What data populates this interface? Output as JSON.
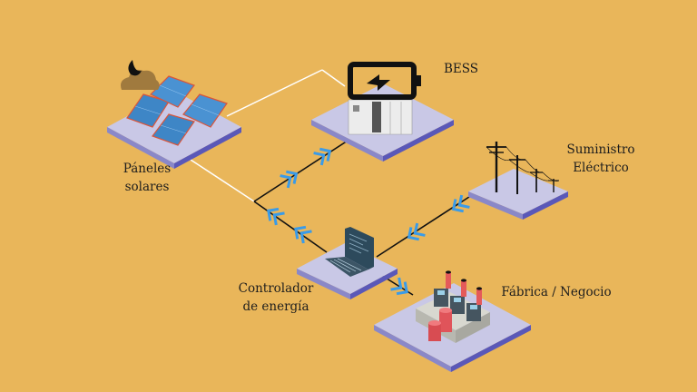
{
  "diagram": {
    "title": "Energy flow between solar panels, BESS, grid, controller and factory",
    "colors": {
      "background": "#e9b65a",
      "platform_top": "#c9c8e6",
      "platform_edge": "#5a58b8",
      "arrow": "#3a9be8",
      "line_dark": "#111111",
      "line_light": "#ffffff"
    },
    "nodes": [
      {
        "id": "solar",
        "label_line1": "Páneles",
        "label_line2": "solares",
        "icon": "solar-panel-icon"
      },
      {
        "id": "bess",
        "label_line1": "BESS",
        "label_line2": "",
        "icon": "battery-charging-icon"
      },
      {
        "id": "grid",
        "label_line1": "Suministro",
        "label_line2": "Eléctrico",
        "icon": "power-pole-icon"
      },
      {
        "id": "controller",
        "label_line1": "Controlador",
        "label_line2": "de energía",
        "icon": "laptop-icon"
      },
      {
        "id": "factory",
        "label_line1": "Fábrica / Negocio",
        "label_line2": "",
        "icon": "factory-icon"
      }
    ],
    "weather_icon": "cloud-night-icon",
    "connections": [
      {
        "from": "solar",
        "to": "bess",
        "style": "light"
      },
      {
        "from": "solar",
        "to": "junction",
        "style": "light"
      },
      {
        "from": "junction",
        "to": "bess",
        "style": "dark",
        "direction": "toward-bess"
      },
      {
        "from": "controller",
        "to": "junction",
        "style": "dark",
        "direction": "toward-junction"
      },
      {
        "from": "grid",
        "to": "controller",
        "style": "dark",
        "direction": "toward-controller"
      },
      {
        "from": "controller",
        "to": "factory",
        "style": "dark",
        "direction": "toward-factory"
      }
    ]
  }
}
